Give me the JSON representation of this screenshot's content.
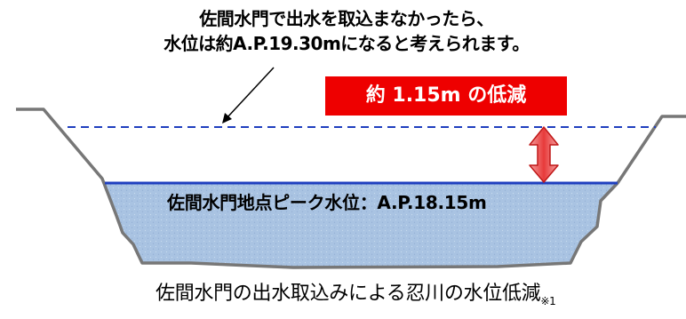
{
  "callout": {
    "line1": "佐間水門で出水を取込まなかったら、",
    "line2": "水位は約A.P.19.30mになると考えられます。"
  },
  "reduction": {
    "label": "約 1.15m の低減",
    "color": "#ee0000"
  },
  "peak_level": {
    "label": "佐間水門地点ピーク水位：A.P.18.15m"
  },
  "caption": {
    "text": "佐間水門の出水取込みによる忍川の水位低減",
    "note": "※1"
  },
  "colors": {
    "water_fill": "#a9c3e2",
    "water_line": "#1f3fbf",
    "dashed_line": "#1f3fbf",
    "bank": "#777777",
    "arrow": "#e23030"
  }
}
